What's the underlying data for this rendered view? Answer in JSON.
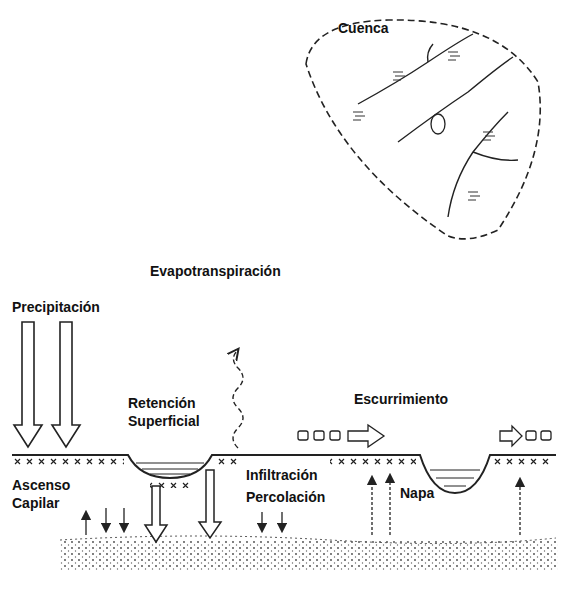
{
  "diagram": {
    "nodes": [
      {
        "text": [
          "Cuenca"
        ]
      }
    ],
    "labels": [
      "Evapotranspiración",
      "Precipitación",
      "Retención Superficial",
      "Escurrimiento",
      "Ascenso Capilar",
      "Infiltración",
      "Percolación",
      "Napa"
    ]
  }
}
